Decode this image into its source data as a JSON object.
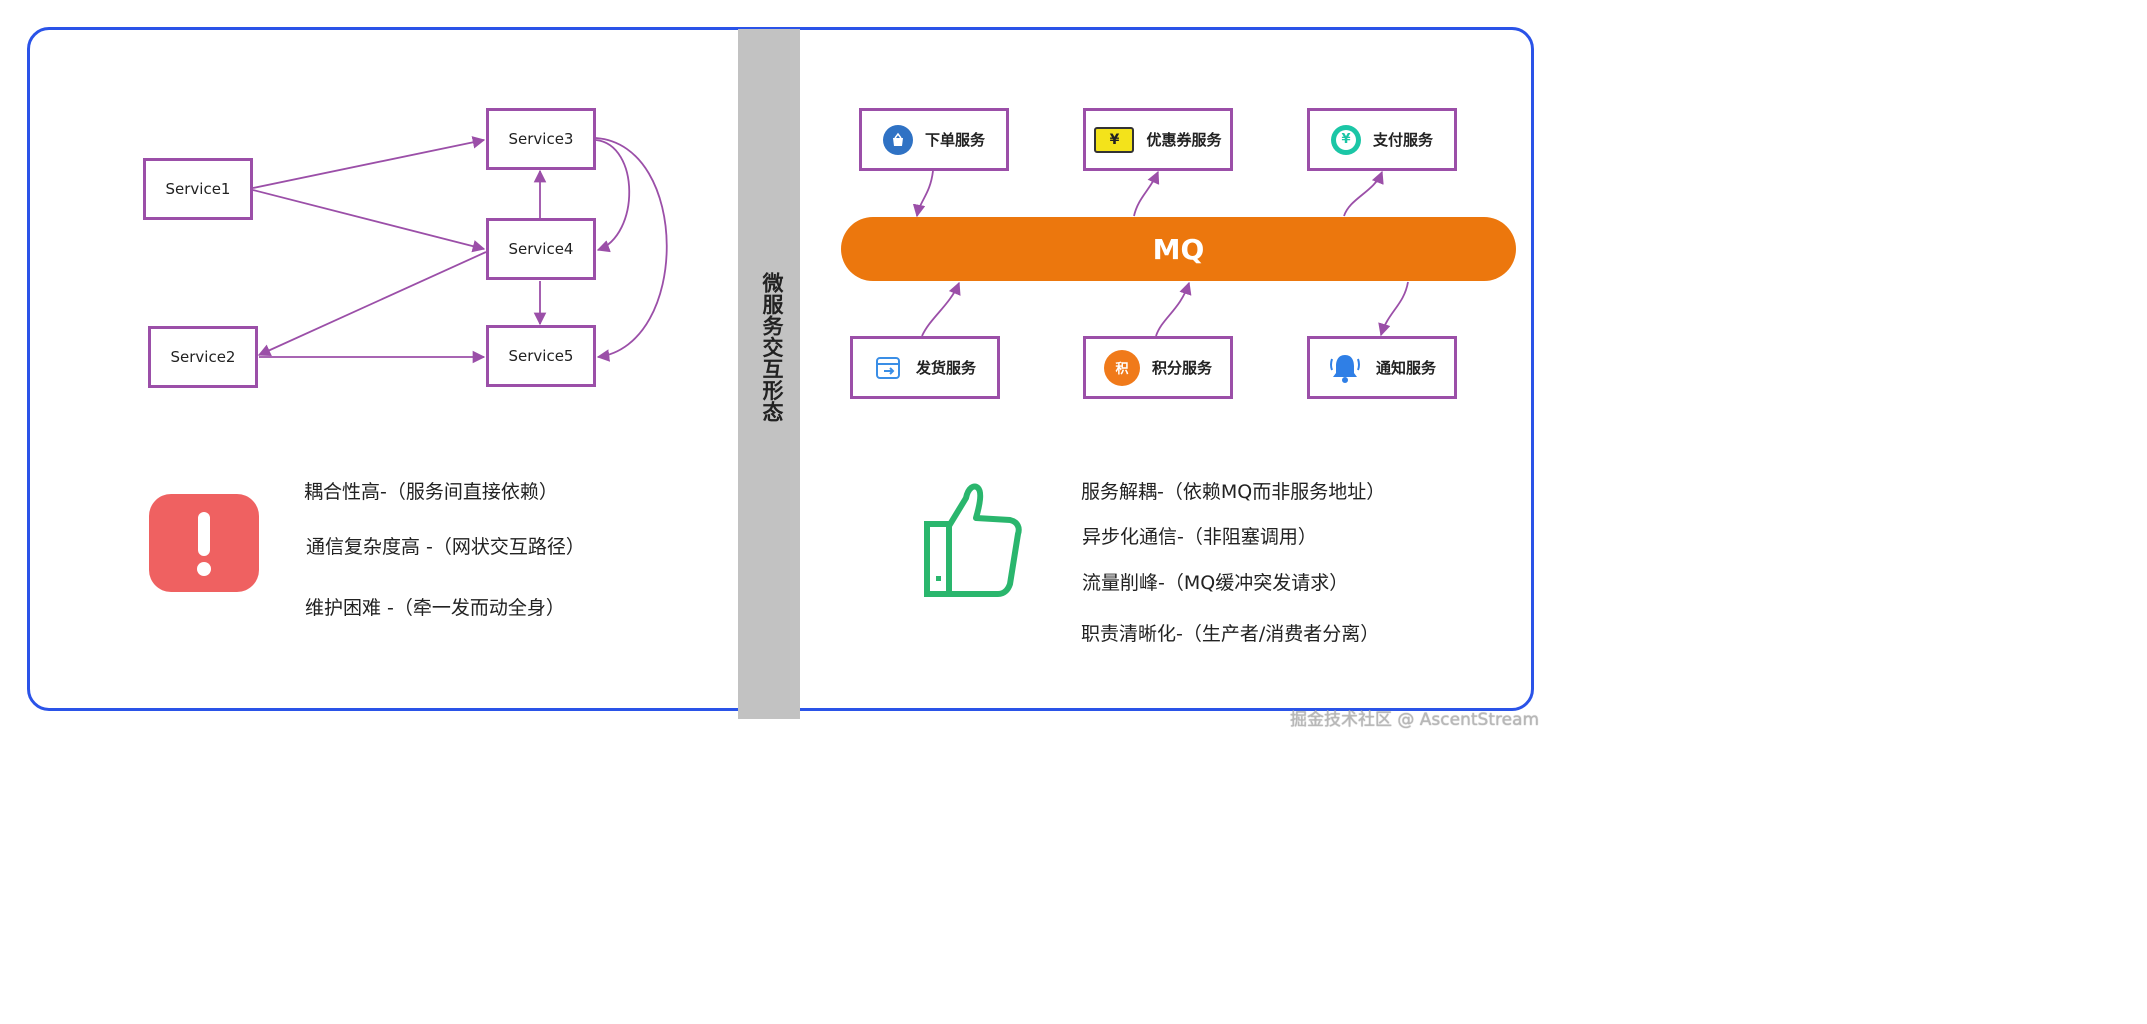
{
  "divider_title": "微服务交互形态",
  "left": {
    "services": {
      "s1": "Service1",
      "s2": "Service2",
      "s3": "Service3",
      "s4": "Service4",
      "s5": "Service5"
    },
    "notes": [
      "耦合性高-（服务间直接依赖）",
      "通信复杂度高 -（网状交互路径）",
      "维护困难 -（牵一发而动全身）"
    ]
  },
  "right": {
    "mq_label": "MQ",
    "top_services": [
      "下单服务",
      "优惠券服务",
      "支付服务"
    ],
    "bottom_services": [
      "发货服务",
      "积分服务",
      "通知服务"
    ],
    "coupon_icon_glyph": "¥",
    "payment_icon_glyph": "¥",
    "points_icon_glyph": "积",
    "notes": [
      "服务解耦-（依赖MQ而非服务地址）",
      "异步化通信-（非阻塞调用）",
      "流量削峰-（MQ缓冲突发请求）",
      "职责清晰化-（生产者/消费者分离）"
    ]
  },
  "watermark": "掘金技术社区 @ AscentStream",
  "colors": {
    "frame": "#2a53e8",
    "node_border": "#9b4fa8",
    "mq": "#ec770d",
    "warning": "#ef6161",
    "thumb": "#2ab66d"
  }
}
